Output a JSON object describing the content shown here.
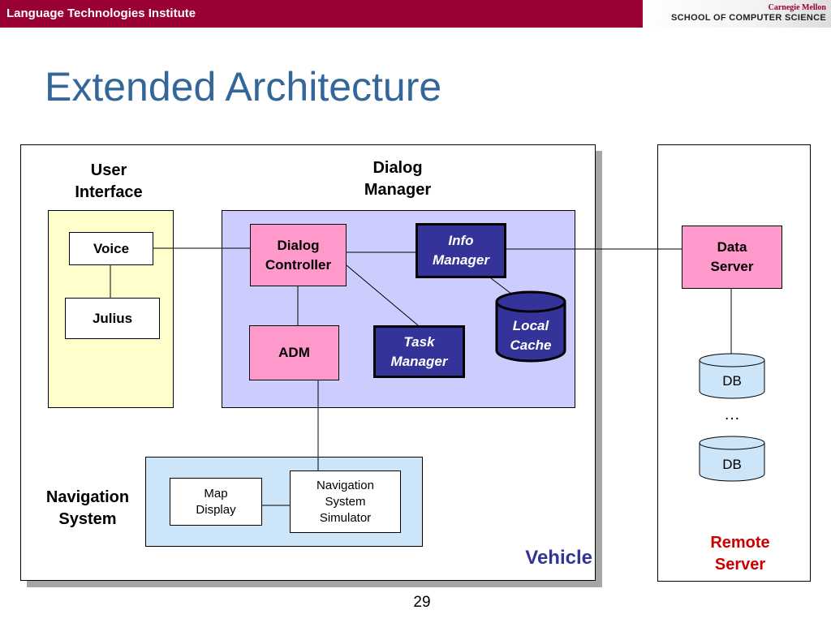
{
  "header": {
    "institute": "Language Technologies Institute",
    "cmu_name": "Carnegie Mellon",
    "school": "SCHOOL OF COMPUTER SCIENCE"
  },
  "slide": {
    "title": "Extended Architecture",
    "page_number": "29"
  },
  "vehicle": {
    "label": "Vehicle",
    "user_interface": {
      "label_line1": "User",
      "label_line2": "Interface",
      "voice": "Voice",
      "julius": "Julius"
    },
    "dialog_manager": {
      "label_line1": "Dialog",
      "label_line2": "Manager",
      "dialog_controller_line1": "Dialog",
      "dialog_controller_line2": "Controller",
      "info_manager_line1": "Info",
      "info_manager_line2": "Manager",
      "adm": "ADM",
      "task_manager_line1": "Task",
      "task_manager_line2": "Manager",
      "local_cache_line1": "Local",
      "local_cache_line2": "Cache"
    },
    "navigation": {
      "label_line1": "Navigation",
      "label_line2": "System",
      "map_display_line1": "Map",
      "map_display_line2": "Display",
      "simulator_line1": "Navigation",
      "simulator_line2": "System",
      "simulator_line3": "Simulator"
    }
  },
  "remote": {
    "label_line1": "Remote",
    "label_line2": "Server",
    "data_server_line1": "Data",
    "data_server_line2": "Server",
    "db1": "DB",
    "ellipsis": "…",
    "db2": "DB"
  },
  "colors": {
    "header_bar": "#990033",
    "title": "#336699",
    "user_interface_bg": "#ffffcc",
    "dialog_manager_bg": "#ccccff",
    "navigation_bg": "#cce5f9",
    "component_pink": "#ff99cc",
    "component_navy": "#333399",
    "vehicle_label": "#333399",
    "remote_label": "#cc0000"
  }
}
